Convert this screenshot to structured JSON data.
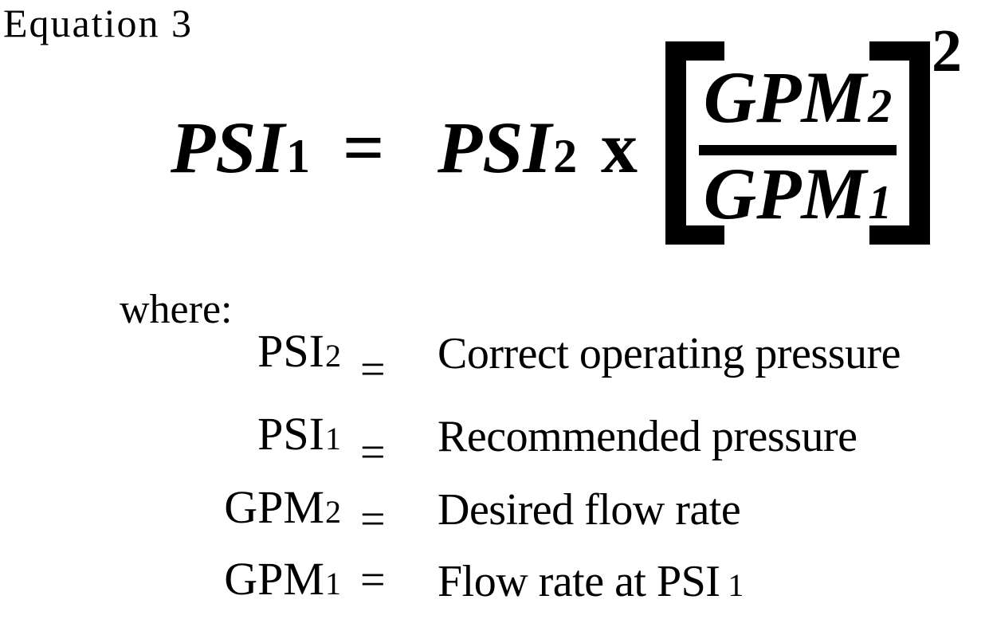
{
  "title": "Equation 3",
  "colors": {
    "text": "#000000",
    "background": "#ffffff"
  },
  "equation": {
    "lhs_base": "PSI",
    "lhs_sub": "1",
    "equals": "=",
    "rhs_base": "PSI",
    "rhs_sub": "2",
    "multiplier": "x",
    "numerator_base": "GPM",
    "numerator_sub": "2",
    "denominator_base": "GPM",
    "denominator_sub": "1",
    "exponent": "2"
  },
  "where_label": "where:",
  "definitions": [
    {
      "term_base": "PSI",
      "term_sub": "2",
      "equals": "=",
      "description": "Correct operating pressure"
    },
    {
      "term_base": "PSI",
      "term_sub": "1",
      "equals": "=",
      "description": "Recommended pressure"
    },
    {
      "term_base": "GPM",
      "term_sub": "2",
      "equals": "=",
      "description": "Desired flow rate"
    },
    {
      "term_base": "GPM",
      "term_sub": "1",
      "equals": "=",
      "description": "Flow rate at PSI",
      "description_sub": "1"
    }
  ]
}
